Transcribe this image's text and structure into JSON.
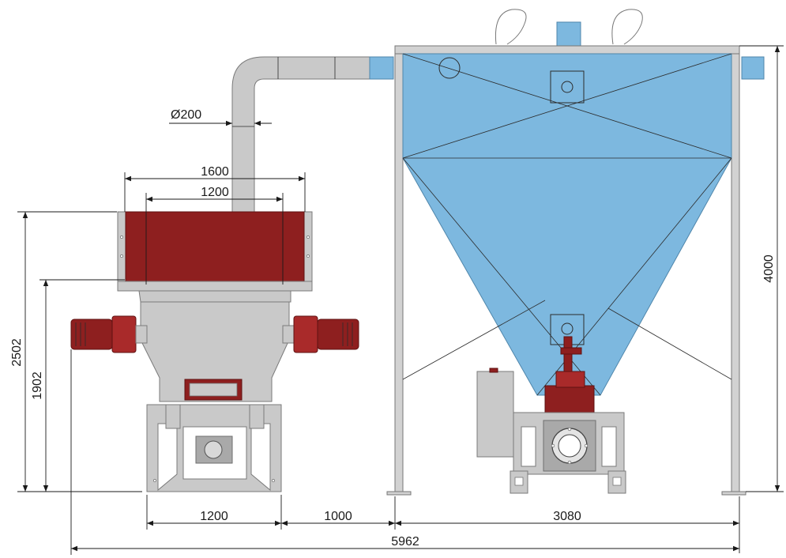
{
  "dimensions": {
    "duct_diameter": "Ø200",
    "hopper_outer_width": "1600",
    "hopper_inner_width": "1200",
    "overall_height_left": "2502",
    "hopper_base_height": "1902",
    "base_width": "1200",
    "gap_width": "1000",
    "silo_width": "3080",
    "total_width": "5962",
    "silo_height": "4000"
  },
  "colors": {
    "hopper": "#8e1f1f",
    "motor": "#8e1f1f",
    "silo_fill": "#7db8df",
    "steel": "#c9c9c9",
    "dimension_line": "#1a1a1a"
  },
  "icons": [
    "arrowhead",
    "bolt"
  ]
}
